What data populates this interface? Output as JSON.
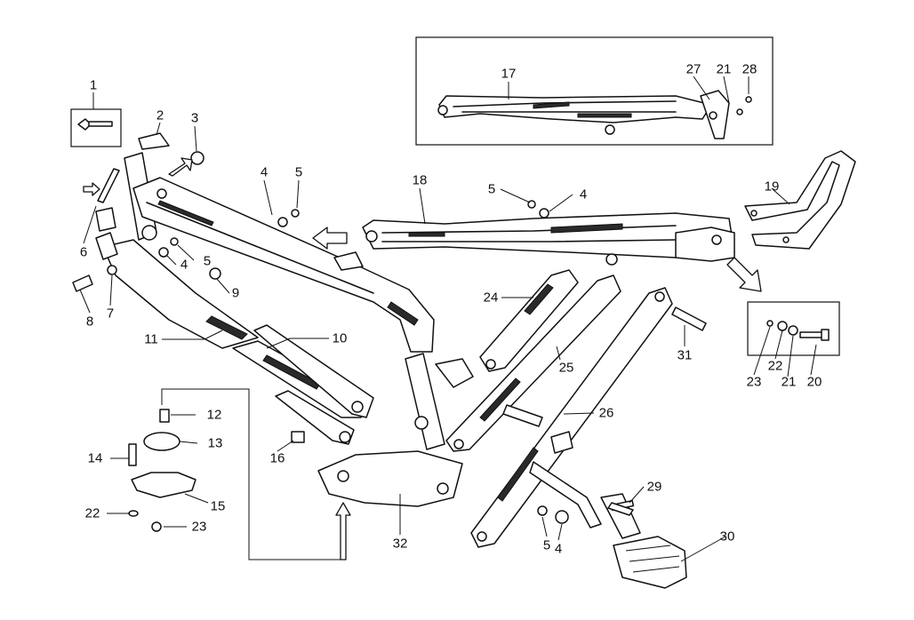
{
  "labels": {
    "p1": "1",
    "p2": "2",
    "p3": "3",
    "p4a": "4",
    "p5a": "5",
    "p6": "6",
    "p7": "7",
    "p8": "8",
    "p9": "9",
    "p4b": "4",
    "p5b": "5",
    "p10": "10",
    "p11": "11",
    "p12": "12",
    "p13": "13",
    "p14": "14",
    "p15": "15",
    "p16": "16",
    "p22a": "22",
    "p23a": "23",
    "p17": "17",
    "p27": "27",
    "p21a": "21",
    "p28": "28",
    "p18": "18",
    "p5c": "5",
    "p4c": "4",
    "p19": "19",
    "p24": "24",
    "p25": "25",
    "p26": "26",
    "p31": "31",
    "p23b": "23",
    "p22b": "22",
    "p21b": "21",
    "p20": "20",
    "p29": "29",
    "p30": "30",
    "p32": "32",
    "p5d": "5",
    "p4d": "4"
  }
}
